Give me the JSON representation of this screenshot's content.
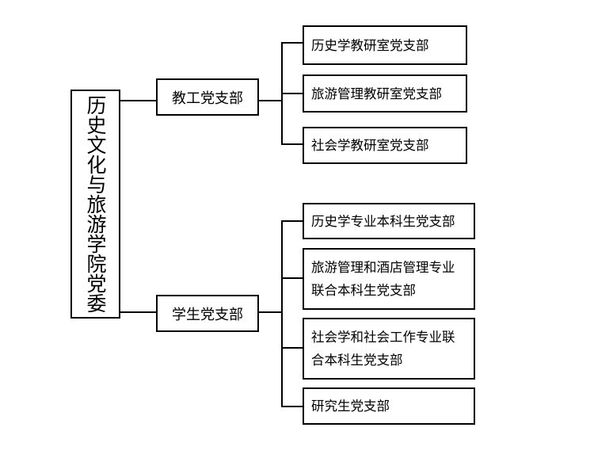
{
  "root": {
    "label": "历史文化与旅游学院党委"
  },
  "branches": [
    {
      "label": "教工党支部",
      "children": [
        {
          "label": "历史学教研室党支部"
        },
        {
          "label": "旅游管理教研室党支部"
        },
        {
          "label": "社会学教研室党支部"
        }
      ]
    },
    {
      "label": "学生党支部",
      "children": [
        {
          "label": "历史学专业本科生党支部"
        },
        {
          "label_line1": "旅游管理和酒店管理专业",
          "label_line2": "联合本科生党支部"
        },
        {
          "label_line1": "社会学和社会工作专业联",
          "label_line2": "合本科生党支部"
        },
        {
          "label": "研究生党支部"
        }
      ]
    }
  ]
}
